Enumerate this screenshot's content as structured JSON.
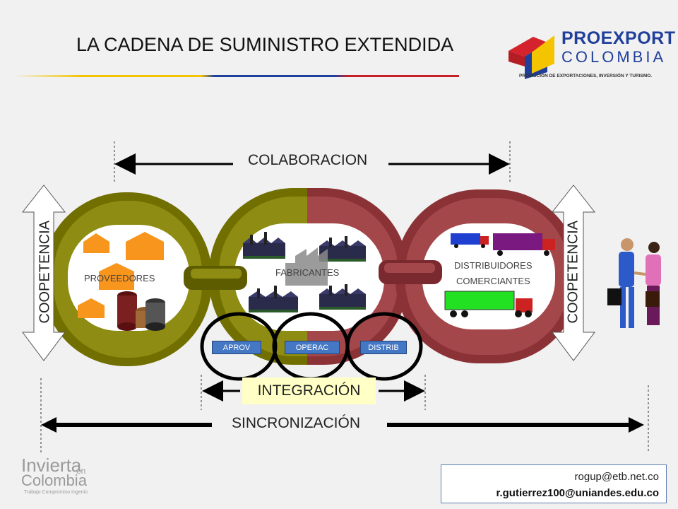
{
  "title": "LA CADENA DE SUMINISTRO EXTENDIDA",
  "logo": {
    "brand_line1": "PROEXPORT",
    "brand_line2": "COLOMBIA",
    "tagline": "PROMOCIÓN DE EXPORTACIONES, INVERSIÓN Y TURISMO."
  },
  "diagram": {
    "colaboracion": "COLABORACION",
    "coopetencia_left": "COOPETENCIA",
    "coopetencia_right": "COOPETENCIA",
    "links": {
      "proveedores": "PROVEEDORES",
      "fabricantes": "FABRICANTES",
      "distribuidores_line1": "DISTRIBUIDORES",
      "distribuidores_line2": "COMERCIANTES"
    },
    "stages": [
      "APROV",
      "OPERAC",
      "DISTRIB"
    ],
    "integracion": "INTEGRACIÓN",
    "sincronizacion": "SINCRONIZACIÓN"
  },
  "footer": {
    "invierta_line1": "Invierta",
    "invierta_en": "en",
    "invierta_line2": "Colombia",
    "invierta_tagline": "Trabajo Compromiso Ingenio",
    "email1": "rogup@etb.net.co",
    "email2": "r.gutierrez100@uniandes.edu.co"
  },
  "colors": {
    "olive_link": "#7c7a00",
    "red_link": "#9b3a3e",
    "accent_blue": "#4477c4",
    "rule_yellow": "#f4c400",
    "rule_blue": "#2040a0",
    "rule_red": "#c81e28"
  }
}
